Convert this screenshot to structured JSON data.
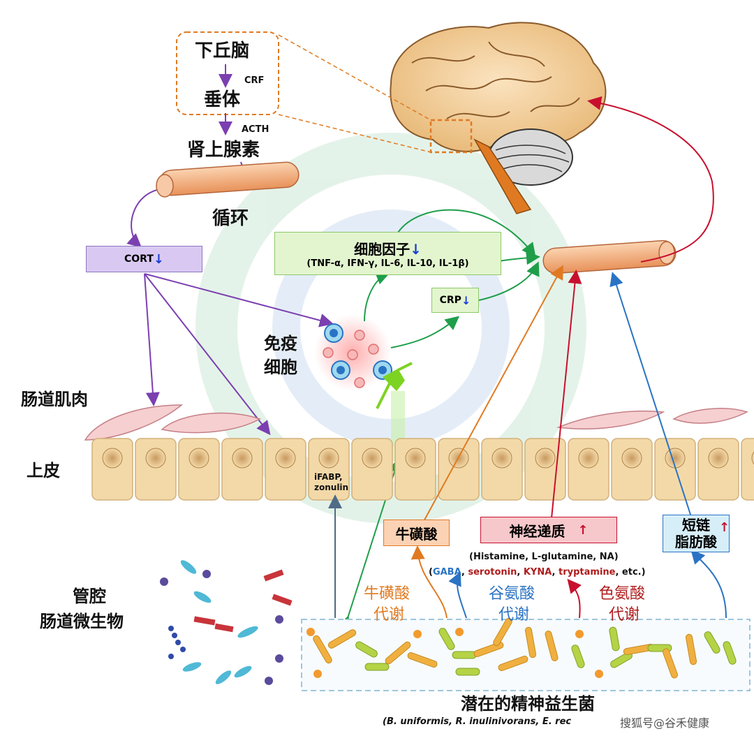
{
  "hpa_axis": {
    "hypothalamus": "下丘脑",
    "crf": "CRF",
    "pituitary": "垂体",
    "acth": "ACTH",
    "adrenal": "肾上腺素",
    "circulation": "循环",
    "cort": "CORT",
    "down_arrow": "↓"
  },
  "cytokines": {
    "title": "细胞因子",
    "down_arrow": "↓",
    "list": "(TNF-α, IFN-γ, IL-6, IL-10, IL-1β)"
  },
  "crp": {
    "label": "CRP",
    "down_arrow": "↓"
  },
  "immune_cells": {
    "line1": "免疫",
    "line2": "细胞"
  },
  "layers": {
    "gut_muscle": "肠道肌肉",
    "epithelium": "上皮",
    "ifabp_line1": "iFABP,",
    "ifabp_line2": "zonulin"
  },
  "lumen": {
    "line1": "管腔",
    "line2": "肠道微生物"
  },
  "metabolites": {
    "taurine": "牛磺酸",
    "neurotransmitter": "神经递质",
    "up_arrow": "↑",
    "scfa_line1": "短链",
    "scfa_line2": "脂肪酸",
    "nt_list_1": "(Histamine, L-glutamine, NA)",
    "nt_list_2_open": "(",
    "gaba": "GABA",
    "comma1": ", ",
    "serotonin": "serotonin",
    "comma2": ", ",
    "kyna": "KYNA",
    "comma3": ", ",
    "tryptamine": "tryptamine",
    "nt_list_2_close": ", etc.)"
  },
  "metabolism": {
    "taurine_1": "牛磺酸",
    "taurine_2": "代谢",
    "glutamate_1": "谷氨酸",
    "glutamate_2": "代谢",
    "tryptophan_1": "色氨酸",
    "tryptophan_2": "代谢"
  },
  "psychobiotics": {
    "title": "潜在的精神益生菌",
    "species": "(B. uniformis, R. inulinivorans, E. rec"
  },
  "watermark": "搜狐号@谷禾健康",
  "colors": {
    "purple": "#7b3fb0",
    "green": "#1f9e4a",
    "orange": "#e07a22",
    "red": "#c8102e",
    "blue": "#2a73c4",
    "gray_blue": "#4f6b86",
    "cort_box": "#d9c9f2",
    "cytokine_box": "#e3f5cf",
    "vessel": "#f6b98a",
    "epithelium": "#f3d9a8"
  }
}
